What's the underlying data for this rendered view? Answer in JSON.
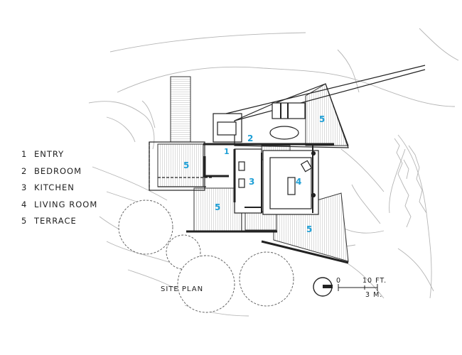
{
  "legend": [
    {
      "num": "1",
      "label": "ENTRY"
    },
    {
      "num": "2",
      "label": "BEDROOM"
    },
    {
      "num": "3",
      "label": "KITCHEN"
    },
    {
      "num": "4",
      "label": "LIVING ROOM"
    },
    {
      "num": "5",
      "label": "TERRACE"
    }
  ],
  "room_numbers": [
    "1",
    "2",
    "3",
    "4",
    "5"
  ],
  "plan_title": "SITE PLAN",
  "scale": {
    "zero": "0",
    "feet": "10 FT.",
    "meters": "3 M."
  },
  "colors": {
    "room_number": "#1e9fd6",
    "linework": "#222222",
    "contours": "#b5b5b5"
  }
}
